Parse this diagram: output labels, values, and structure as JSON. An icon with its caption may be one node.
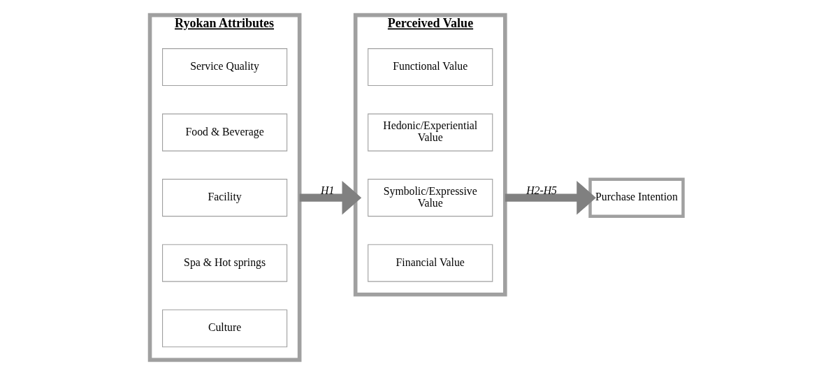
{
  "diagram": {
    "nodes": [
      {
        "text": [
          "Ryokan Attributes"
        ]
      },
      {
        "text": [
          "Service Quality"
        ],
        "in": 0
      },
      {
        "text": [
          "Food & Beverage"
        ],
        "in": 0
      },
      {
        "text": [
          "Facility"
        ],
        "in": 0
      },
      {
        "text": [
          "Spa & Hot springs"
        ],
        "in": 0
      },
      {
        "text": [
          "Culture"
        ],
        "in": 0
      },
      {
        "text": [
          "Perceived Value"
        ]
      },
      {
        "text": [
          "Functional Value"
        ],
        "in": 6
      },
      {
        "text": [
          "Hedonic/Experiential Value"
        ],
        "in": 6
      },
      {
        "text": [
          "Symbolic/Expressive Value"
        ],
        "in": 6
      },
      {
        "text": [
          "Financial Value"
        ],
        "in": 6
      },
      {
        "text": [
          "Purchase Intention"
        ]
      }
    ],
    "edges": [
      {
        "from": 0,
        "to": 6,
        "label": "H1",
        "arrow": "to"
      },
      {
        "from": 6,
        "to": 11,
        "label": "H2-H5",
        "arrow": "to"
      }
    ]
  }
}
